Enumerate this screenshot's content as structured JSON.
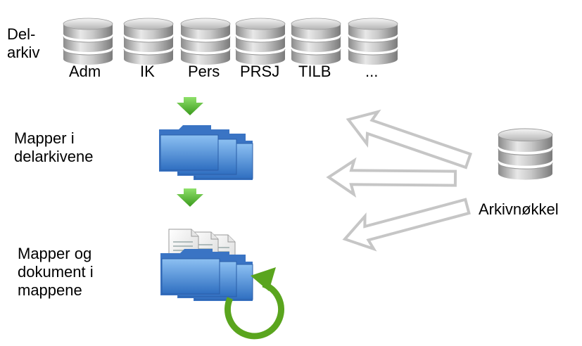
{
  "section_top": {
    "label": "Del-\narkiv"
  },
  "sub_archives": [
    {
      "label": "Adm"
    },
    {
      "label": "IK"
    },
    {
      "label": "Pers"
    },
    {
      "label": "PRSJ"
    },
    {
      "label": "TILB"
    },
    {
      "label": "..."
    }
  ],
  "section_folders": {
    "label": "Mapper i\ndelarkivene"
  },
  "section_docs": {
    "label": "Mapper og\ndokument i\nmappene"
  },
  "key_db": {
    "label": "Arkivnøkkel"
  },
  "colors": {
    "db_silver": "#b8b8b8",
    "folder_blue": "#4f8fd8",
    "arrow_green": "#5cb833",
    "cycle_green": "#5aa51e",
    "outline_arrow": "#c8c8c8"
  }
}
